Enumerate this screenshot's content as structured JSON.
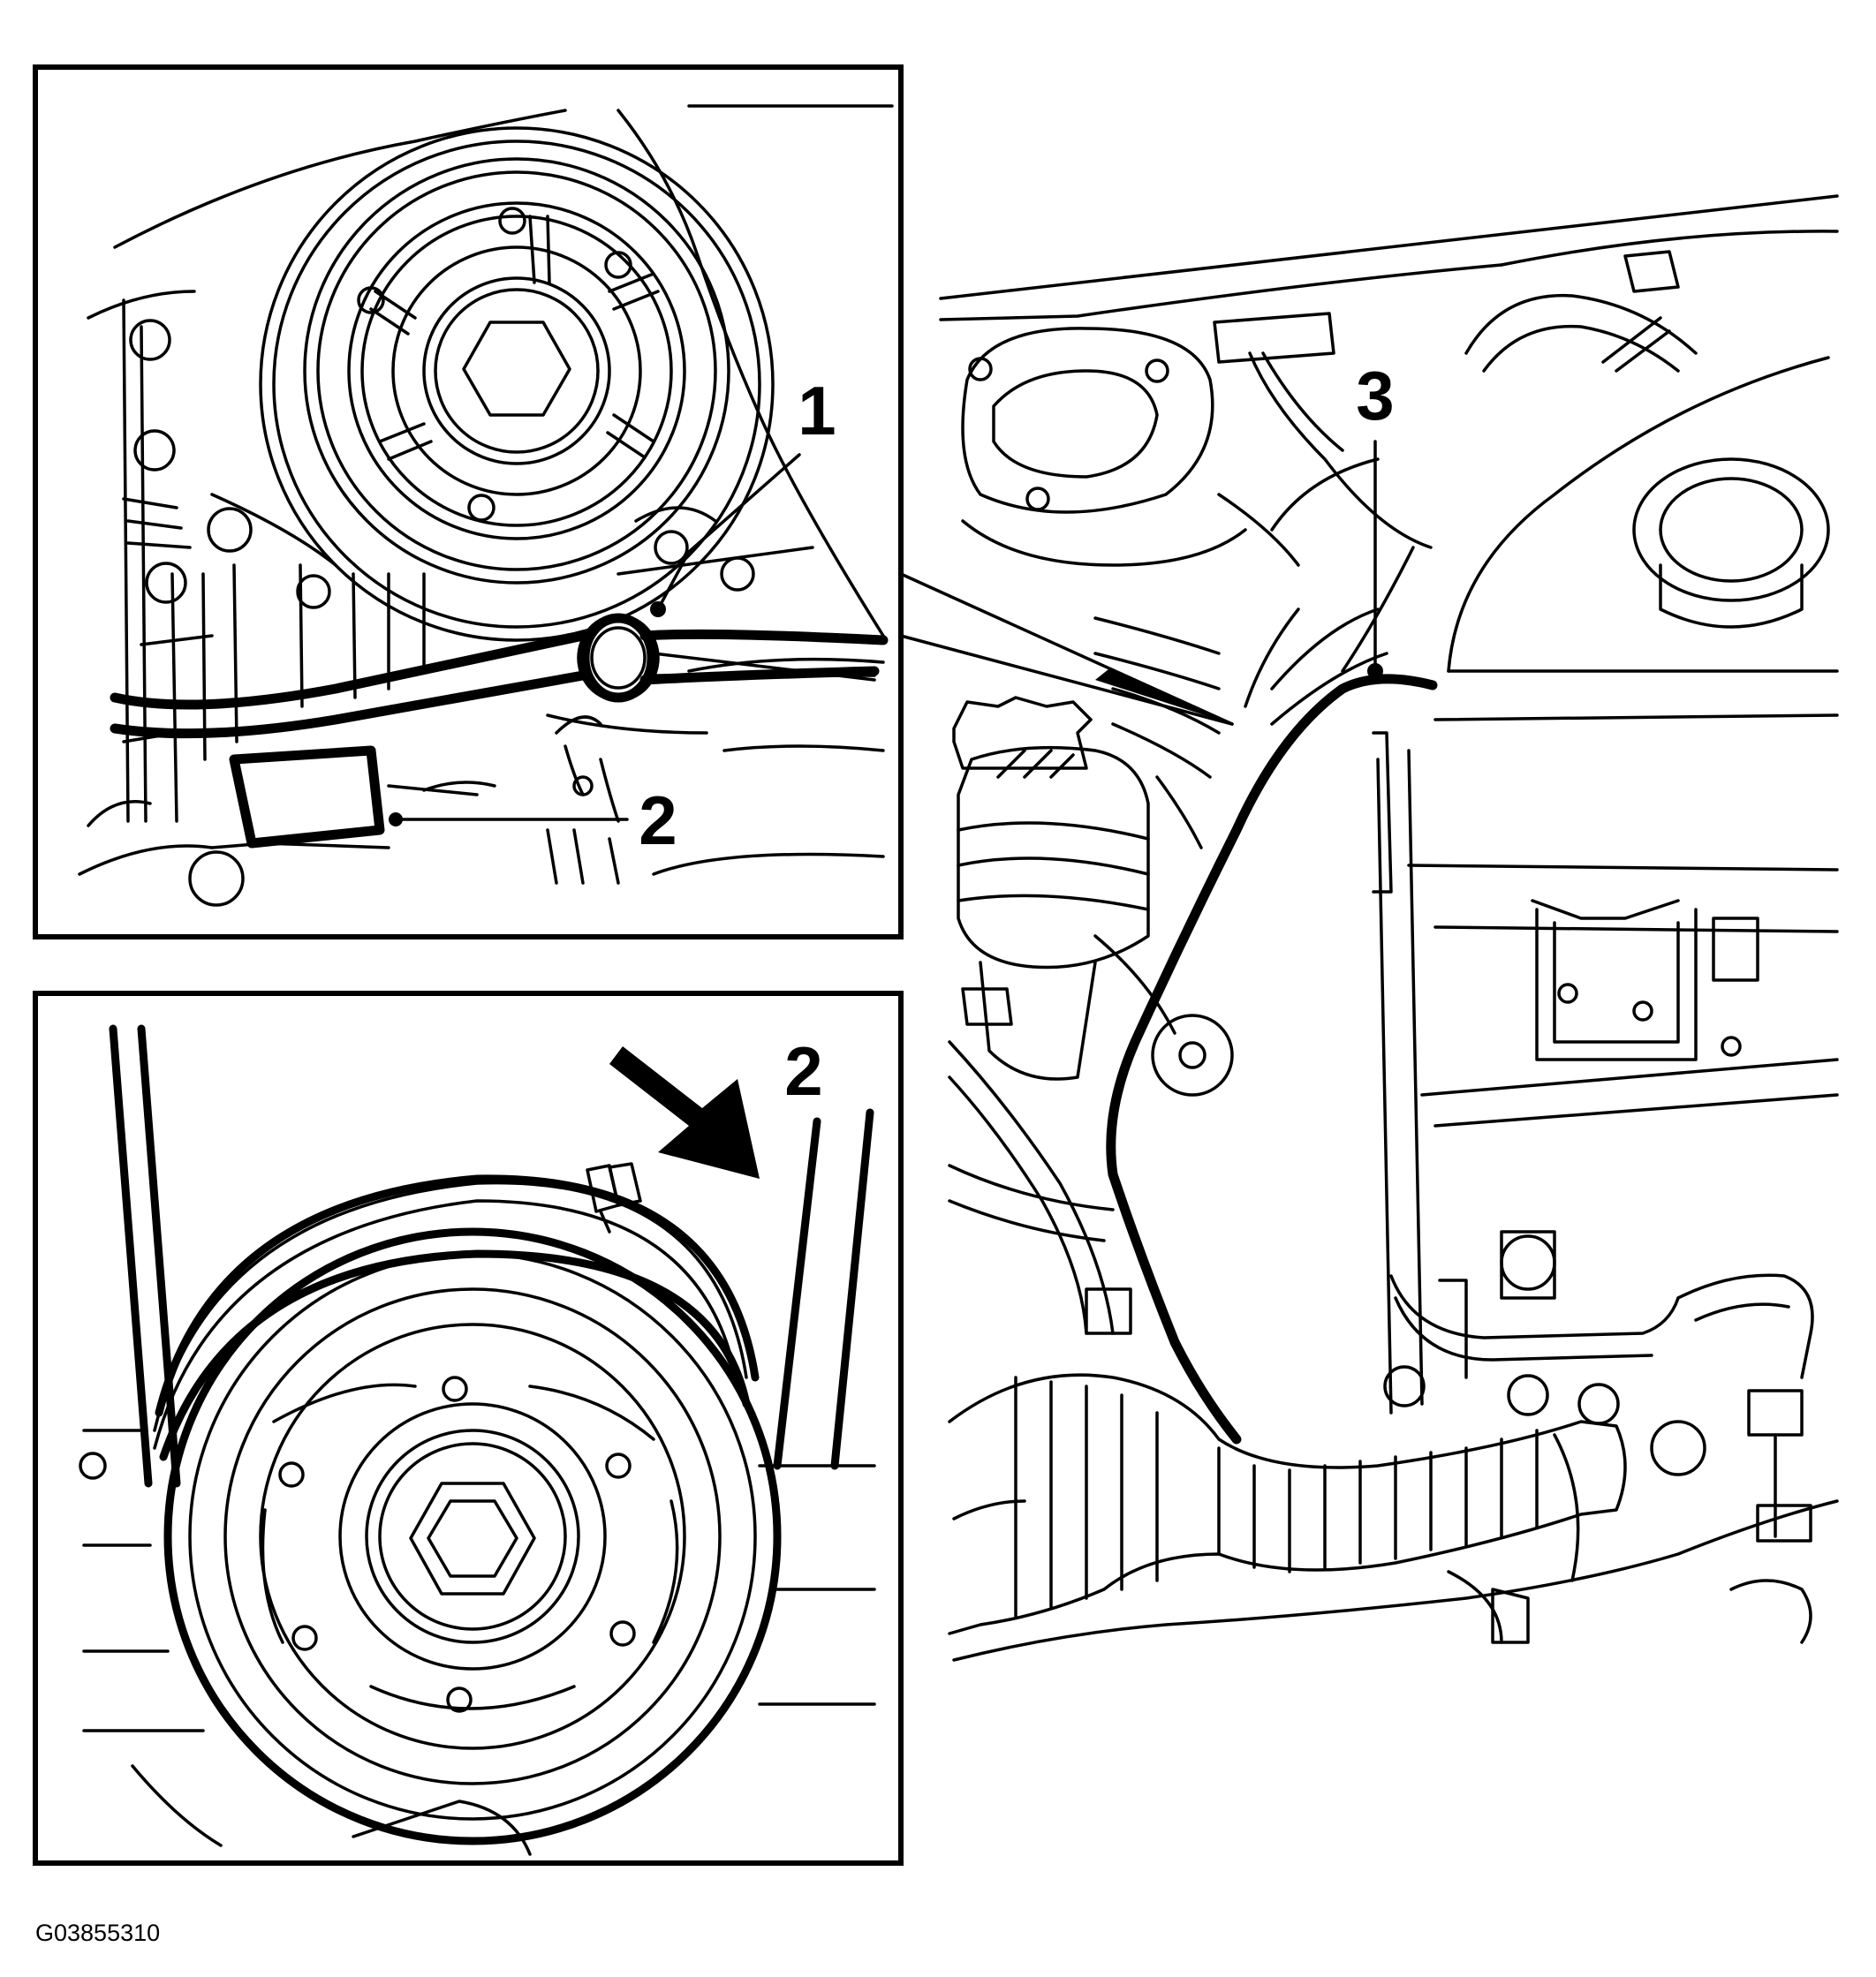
{
  "callouts": {
    "c1": "1",
    "c2_top": "2",
    "c3": "3",
    "c2_bottom": "2"
  },
  "figure_code": "G03855310",
  "colors": {
    "ink": "#000000",
    "paper": "#ffffff"
  },
  "panels": [
    "top-left-inset",
    "bottom-left-inset",
    "right-engine-bay-view"
  ]
}
